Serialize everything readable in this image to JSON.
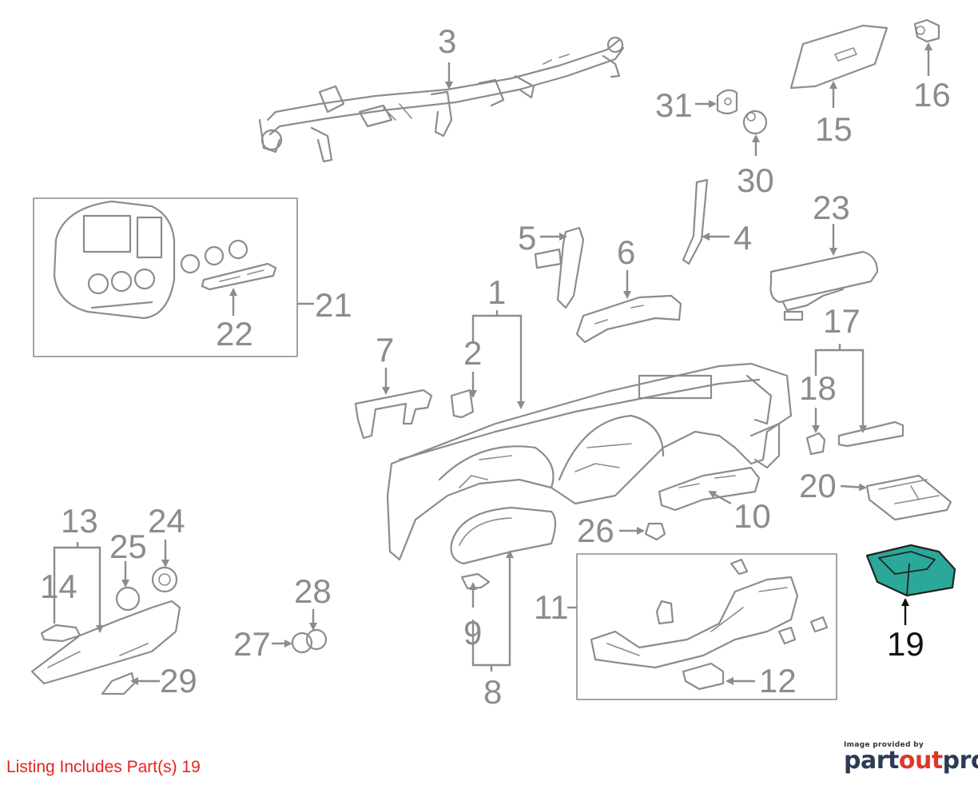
{
  "callouts": {
    "c1": "1",
    "c2": "2",
    "c3": "3",
    "c4": "4",
    "c5": "5",
    "c6": "6",
    "c7": "7",
    "c8": "8",
    "c9": "9",
    "c10": "10",
    "c11": "11",
    "c12": "12",
    "c13": "13",
    "c14": "14",
    "c15": "15",
    "c16": "16",
    "c17": "17",
    "c18": "18",
    "c19": "19",
    "c20": "20",
    "c21": "21",
    "c22": "22",
    "c23": "23",
    "c24": "24",
    "c25": "25",
    "c26": "26",
    "c27": "27",
    "c28": "28",
    "c29": "29",
    "c30": "30",
    "c31": "31"
  },
  "highlight": {
    "part": "19",
    "fill_color": "#2aa89a",
    "label_color": "#111111"
  },
  "colors": {
    "line_gray": "#8c8c8c",
    "note_red": "#e8231e"
  },
  "footer": {
    "listing_note": "Listing Includes Part(s) 19",
    "provided_by": "Image provided by",
    "logo_part": "part",
    "logo_out": "out",
    "logo_pro": "pro"
  }
}
